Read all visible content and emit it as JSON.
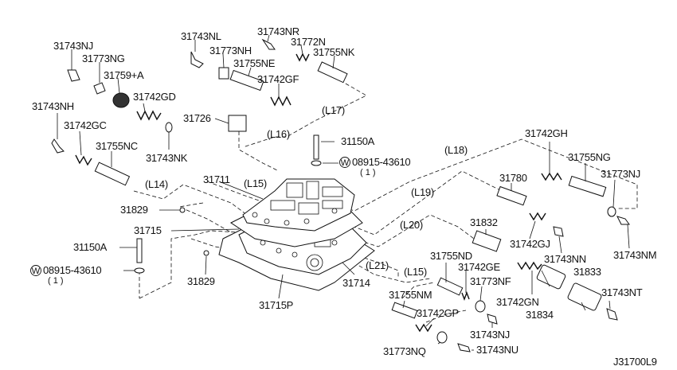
{
  "diagram_code": "J31700L9",
  "labels": {
    "p31743NJ_a": "31743NJ",
    "p31773NG": "31773NG",
    "p31759A": "31759+A",
    "p31743NL": "31743NL",
    "p31743NR": "31743NR",
    "p31772N": "31772N",
    "p31773NH": "31773NH",
    "p31755NE": "31755NE",
    "p31755NK": "31755NK",
    "p31742GF": "31742GF",
    "p31742GD": "31742GD",
    "p31743NH": "31743NH",
    "p31742GC": "31742GC",
    "p31726": "31726",
    "p31743NK": "31743NK",
    "p31755NC": "31755NC",
    "p31150A_top": "31150A",
    "p08915_top": "08915-43610",
    "p08915_top_qty": "( 1 )",
    "p31742GH": "31742GH",
    "p31755NG": "31755NG",
    "p31773NJ_r": "31773NJ",
    "p31780": "31780",
    "p31711": "31711",
    "p31829_a": "31829",
    "p31715": "31715",
    "p31832": "31832",
    "p31742GJ": "31742GJ",
    "p31743NN": "31743NN",
    "p31743NM": "31743NM",
    "p31150A_left": "31150A",
    "p08915_left": "08915-43610",
    "p08915_left_qty": "( 1 )",
    "p31829_b": "31829",
    "p31755ND": "31755ND",
    "p31742GE": "31742GE",
    "p31714": "31714",
    "p31715P": "31715P",
    "p31773NF": "31773NF",
    "p31833": "31833",
    "p31742GN": "31742GN",
    "p31743NT": "31743NT",
    "p31755NM": "31755NM",
    "p31834": "31834",
    "p31742GP": "31742GP",
    "p31743NJ_b": "31743NJ",
    "p31773NQ": "31773NQ",
    "p31743NU": "31743NU",
    "L17": "(L17)",
    "L16": "(L16)",
    "L18": "(L18)",
    "L15_a": "(L15)",
    "L14": "(L14)",
    "L19": "(L19)",
    "L20": "(L20)",
    "L21": "(L21)",
    "L15_b": "(L15)",
    "washer_symbol": "W"
  }
}
